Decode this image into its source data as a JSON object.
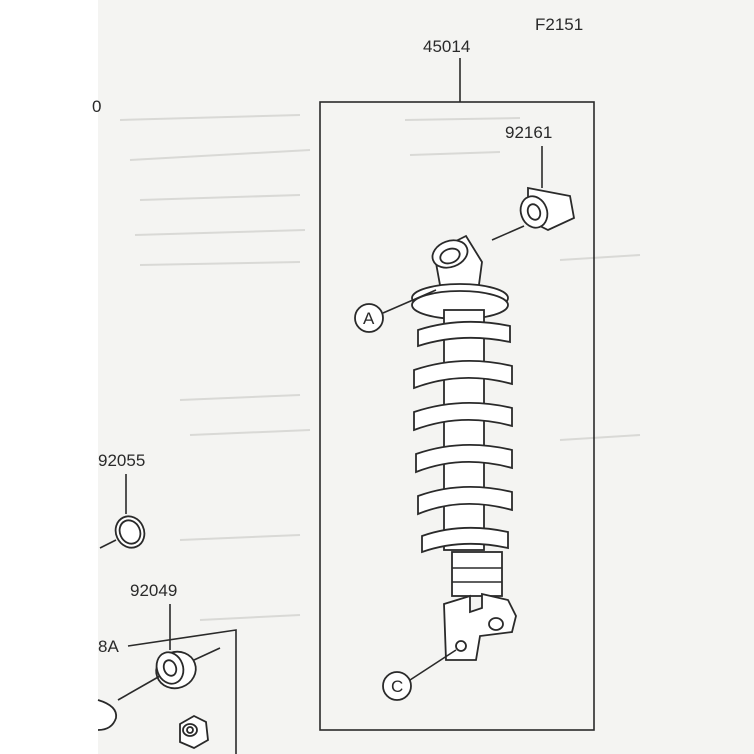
{
  "figure_code": "F2151",
  "parts": {
    "shock_assembly": "45014",
    "upper_bushing": "92161",
    "o_ring": "92055",
    "collar": "92049",
    "partial_label": "8A"
  },
  "callouts": {
    "top_mount": "A",
    "bottom_mount": "C"
  },
  "cut_off_label_fragment": "0"
}
